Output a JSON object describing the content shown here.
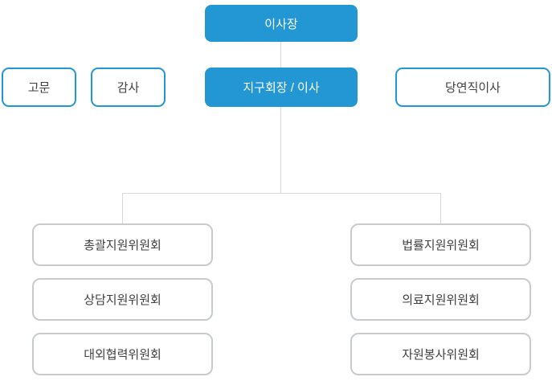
{
  "org_chart": {
    "colors": {
      "accent": "#2297d3",
      "connector_line": "#d8d8d8",
      "committee_border": "#c7cbce",
      "text": "#3f3f3f"
    },
    "nodes": {
      "chairman": {
        "label": "이사장"
      },
      "advisor": {
        "label": "고문"
      },
      "auditor": {
        "label": "감사"
      },
      "district_president": {
        "label": "지구회장 / 이사"
      },
      "ex_officio_director": {
        "label": "당연직이사"
      },
      "committees_left": [
        {
          "label": "총괄지원위원회"
        },
        {
          "label": "상담지원위원회"
        },
        {
          "label": "대외협력위원회"
        }
      ],
      "committees_right": [
        {
          "label": "법률지원위원회"
        },
        {
          "label": "의료지원위원회"
        },
        {
          "label": "자원봉사위원회"
        }
      ]
    }
  }
}
